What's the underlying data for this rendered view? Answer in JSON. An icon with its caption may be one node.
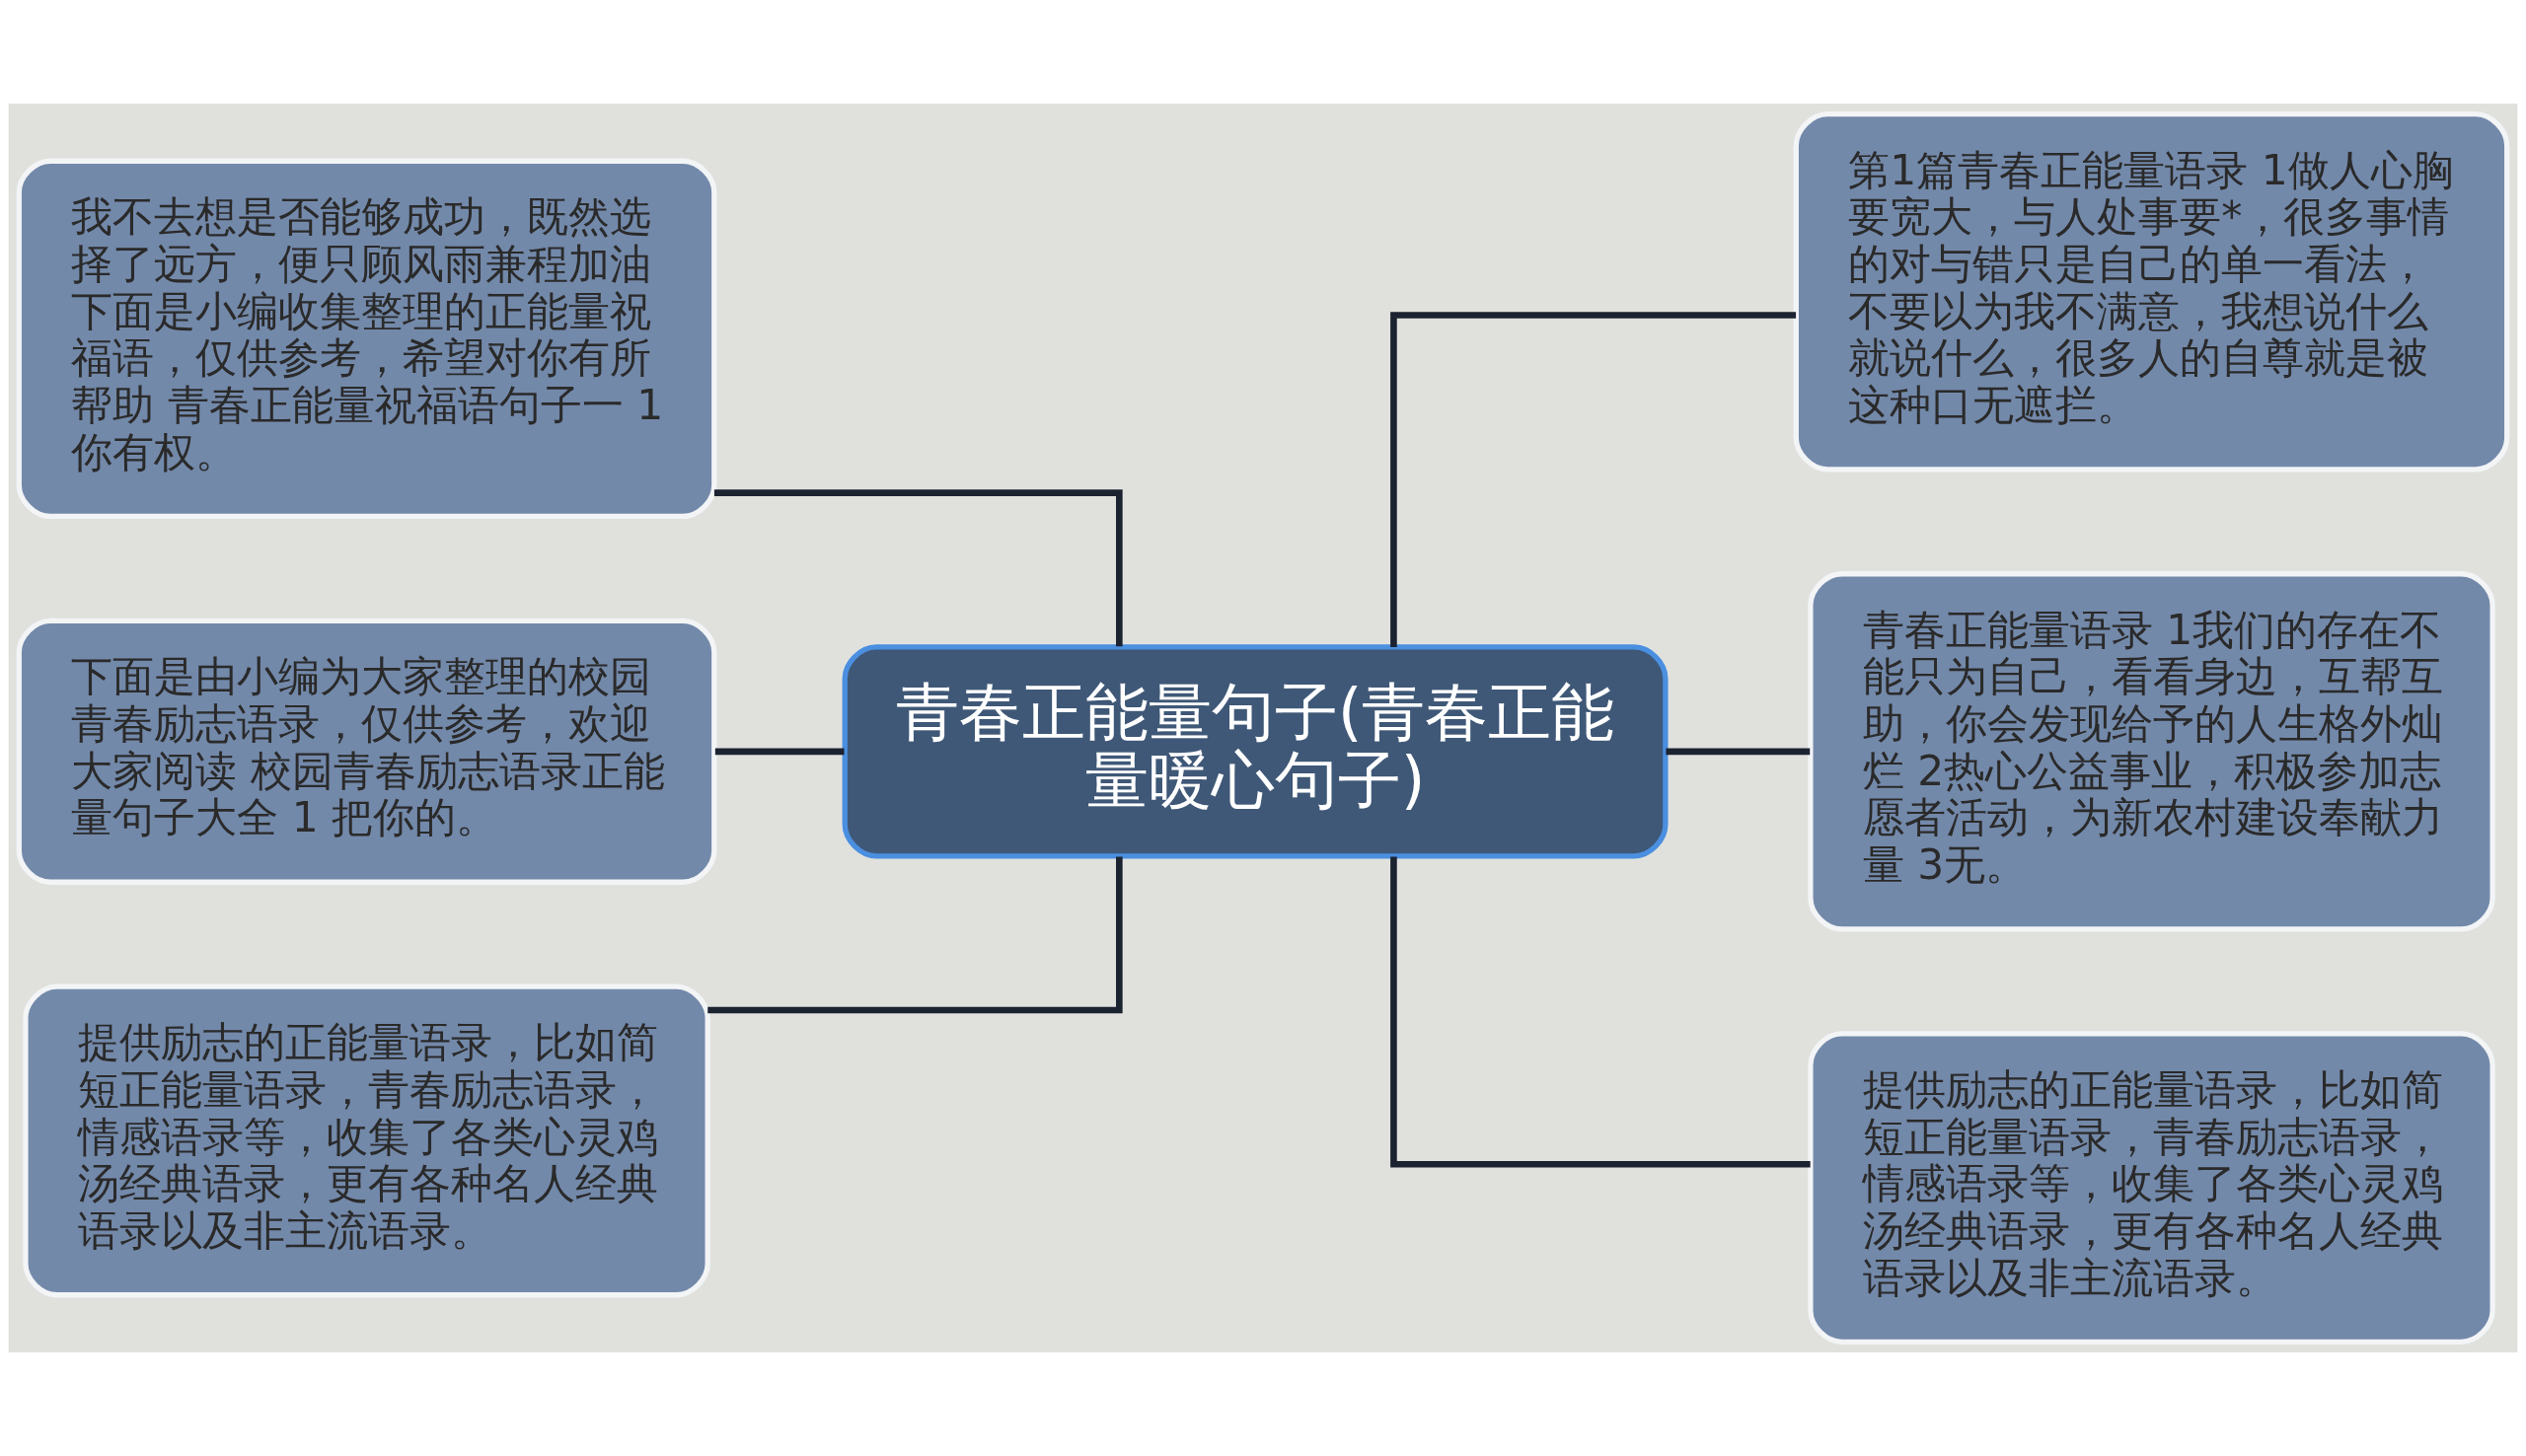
{
  "diagram": {
    "nodes": [
      {
        "text": [
          "青春正能量句子(青春正能量暖心句子)"
        ]
      },
      {
        "text": [
          "第1篇青春正能量语录 1做人心胸要宽大，与人处事要*，很多事情的对与错只是自己的单一看法，不要以为我不满意，我想说什么就说什么，很多人的自尊就是被这种口无遮拦。"
        ]
      },
      {
        "text": [
          "青春正能量语录 1我们的存在不能只为自己，看看身边，互帮互助，你会发现给予的人生格外灿烂 2热心公益事业，积极参加志愿者活动，为新农村建设奉献力量 3无。"
        ]
      },
      {
        "text": [
          "提供励志的正能量语录，比如简短正能量语录，青春励志语录，情感语录等，收集了各类心灵鸡汤经典语录，更有各种名人经典语录以及非主流语录。"
        ]
      },
      {
        "text": [
          "我不去想是否能够成功，既然选择了远方，便只顾风雨兼程加油下面是小编收集整理的正能量祝福语，仅供参考，希望对你有所帮助 青春正能量祝福语句子一 1你有权。"
        ]
      },
      {
        "text": [
          "下面是由小编为大家整理的校园青春励志语录，仅供参考，欢迎大家阅读 校园青春励志语录正能量句子大全 1 把你的。"
        ]
      },
      {
        "text": [
          "提供励志的正能量语录，比如简短正能量语录，青春励志语录，情感语录等，收集了各类心灵鸡汤经典语录，更有各种名人经典语录以及非主流语录。"
        ]
      }
    ],
    "edges": [
      {
        "from": 0,
        "to": 1,
        "arrow": "none"
      },
      {
        "from": 0,
        "to": 2,
        "arrow": "none"
      },
      {
        "from": 0,
        "to": 3,
        "arrow": "none"
      },
      {
        "from": 0,
        "to": 4,
        "arrow": "none"
      },
      {
        "from": 0,
        "to": 5,
        "arrow": "none"
      },
      {
        "from": 0,
        "to": 6,
        "arrow": "none"
      }
    ]
  }
}
